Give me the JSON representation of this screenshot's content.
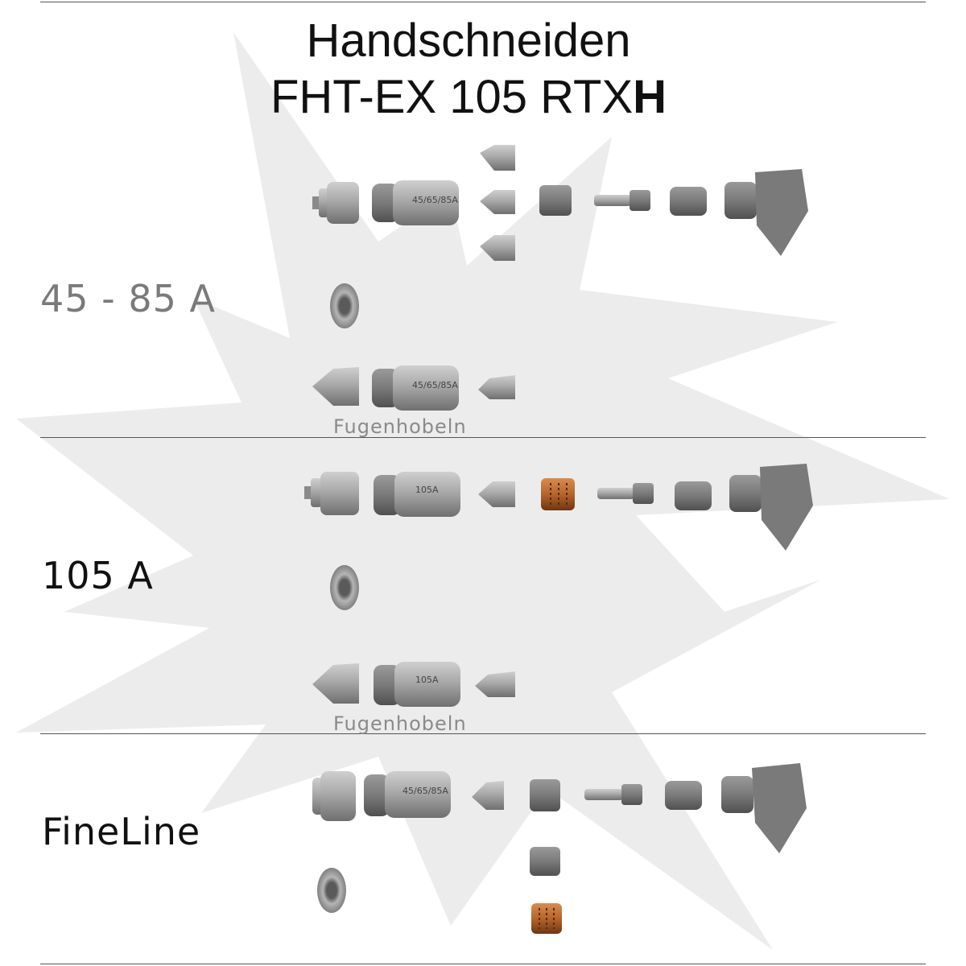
{
  "header": {
    "title_line1": "Handschneiden",
    "title_line2_regular": "FHT-EX 105 RTX",
    "title_line2_bold": "H"
  },
  "sections": [
    {
      "label": "45 - 85 A",
      "label_color": "#7a7a7a",
      "sublabel": "Fugenhobeln"
    },
    {
      "label": "105 A",
      "label_color": "#111111",
      "sublabel": "Fugenhobeln"
    },
    {
      "label": "FineLine",
      "label_color": "#111111"
    }
  ],
  "part_marks": {
    "retaining_cap_small": "45/65/85A",
    "retaining_cap_105": "105A"
  },
  "colors": {
    "part_grey": "#9a9a9a",
    "copper": "#b5652a",
    "background_star": "#ececec"
  }
}
